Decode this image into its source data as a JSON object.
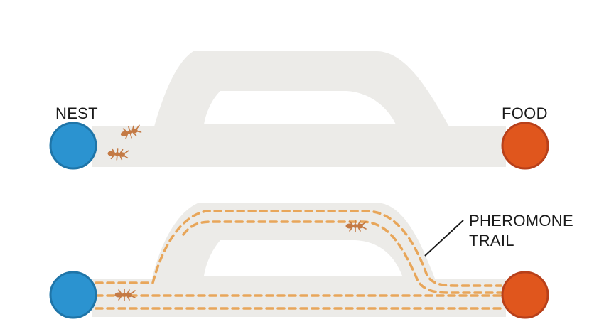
{
  "labels": {
    "nest": "NEST",
    "food": "FOOD",
    "pheromone_line1": "PHEROMONE",
    "pheromone_line2": "TRAIL"
  },
  "colors": {
    "nest": "#2b93d0",
    "nest_stroke": "#1f75a8",
    "food": "#e0561d",
    "food_stroke": "#b8401a",
    "track": "#ecebe8",
    "trail": "#e8a65a",
    "ant": "#c47a45",
    "leader_line": "#1a1a1a"
  },
  "panels": [
    {
      "name": "before-trail",
      "ants": 2,
      "pheromone_trail": false
    },
    {
      "name": "after-trail",
      "ants": 2,
      "pheromone_trail": true
    }
  ]
}
